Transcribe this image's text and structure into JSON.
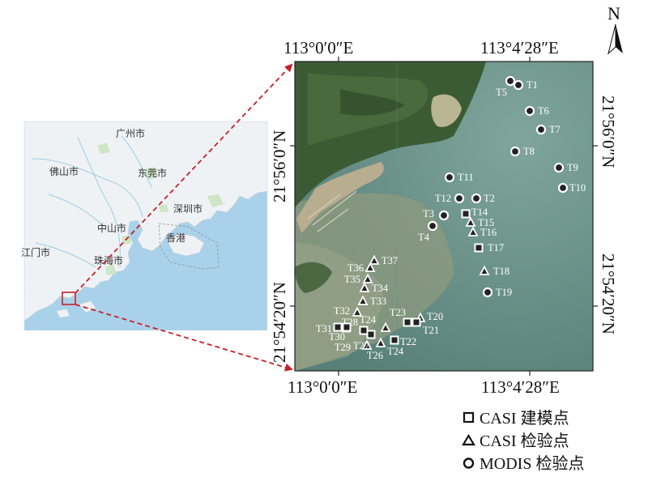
{
  "north_label": "N",
  "coords": {
    "top_left": "113°0′0″E",
    "top_right": "113°4′28″E",
    "bottom_left": "113°0′0″E",
    "bottom_right": "113°4′28″E",
    "left_upper": "21°56′0″N",
    "left_lower": "21°54′20″N",
    "right_upper": "21°56′0″N",
    "right_lower": "21°54′20″N"
  },
  "cities": {
    "guangzhou": "广州市",
    "foshan": "佛山市",
    "dongguan": "东莞市",
    "shenzhen": "深圳市",
    "zhongshan": "中山市",
    "hongkong": "香港",
    "jiangmen": "江门市",
    "zhuhai": "珠海市"
  },
  "legend": {
    "casi_model": "CASI 建模点",
    "casi_check": "CASI 检验点",
    "modis_check": "MODIS 检验点"
  },
  "colors": {
    "sea_inset": "#a9d2ea",
    "land_inset": "#eff2f4",
    "sea_image": "#5f8d84",
    "marker_border": "#ffffff",
    "marker_fill": "#222222",
    "arrow": "#c8202a"
  },
  "sites": {
    "T1": {
      "label": "T1",
      "type": "circle"
    },
    "T2": {
      "label": "T2",
      "type": "circle"
    },
    "T3": {
      "label": "T3",
      "type": "circle"
    },
    "T4": {
      "label": "T4",
      "type": "circle"
    },
    "T5": {
      "label": "T5",
      "type": "circle"
    },
    "T6": {
      "label": "T6",
      "type": "circle"
    },
    "T7": {
      "label": "T7",
      "type": "circle"
    },
    "T8": {
      "label": "T8",
      "type": "circle"
    },
    "T9": {
      "label": "T9",
      "type": "circle"
    },
    "T10": {
      "label": "T10",
      "type": "circle"
    },
    "T11": {
      "label": "T11",
      "type": "circle"
    },
    "T12": {
      "label": "T12",
      "type": "circle"
    },
    "T14": {
      "label": "T14",
      "type": "square"
    },
    "T15": {
      "label": "T15",
      "type": "triangle"
    },
    "T16": {
      "label": "T16",
      "type": "triangle"
    },
    "T17": {
      "label": "T17",
      "type": "square"
    },
    "T18": {
      "label": "T18",
      "type": "triangle"
    },
    "T19": {
      "label": "T19",
      "type": "circle"
    },
    "T20": {
      "label": "T20",
      "type": "triangle"
    },
    "T21": {
      "label": "T21",
      "type": "square"
    },
    "T22": {
      "label": "T22",
      "type": "square"
    },
    "T23": {
      "label": "T23",
      "type": "square"
    },
    "T24a": {
      "label": "T24",
      "type": "triangle"
    },
    "T24b": {
      "label": "T24",
      "type": "triangle"
    },
    "T26": {
      "label": "T26",
      "type": "triangle"
    },
    "T27": {
      "label": "T27",
      "type": "square"
    },
    "T28": {
      "label": "T28",
      "type": "square"
    },
    "T29": {
      "label": "T29",
      "type": "square"
    },
    "T30": {
      "label": "T30",
      "type": "square"
    },
    "T31": {
      "label": "T31",
      "type": "square"
    },
    "T32": {
      "label": "T32",
      "type": "triangle"
    },
    "T33": {
      "label": "T33",
      "type": "triangle"
    },
    "T34": {
      "label": "T34",
      "type": "triangle"
    },
    "T35": {
      "label": "T35",
      "type": "triangle"
    },
    "T36": {
      "label": "T36",
      "type": "triangle"
    },
    "T37": {
      "label": "T37",
      "type": "triangle"
    }
  }
}
